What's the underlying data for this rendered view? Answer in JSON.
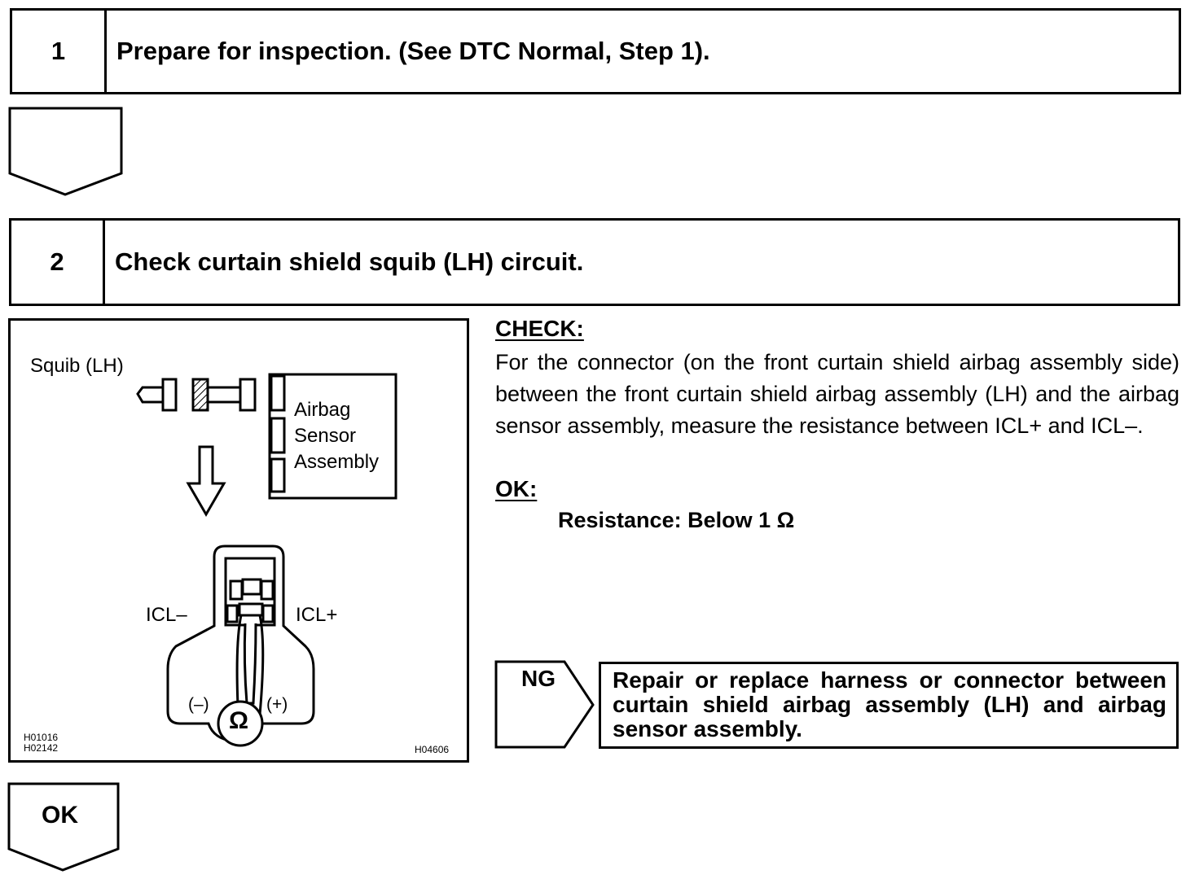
{
  "step1": {
    "number": "1",
    "title": "Prepare for inspection. (See DTC Normal, Step 1)."
  },
  "step2": {
    "number": "2",
    "title": "Check curtain shield squib (LH) circuit."
  },
  "figure": {
    "squib_label": "Squib (LH)",
    "sensor_label_1": "Airbag",
    "sensor_label_2": "Sensor",
    "sensor_label_3": "Assembly",
    "icl_minus": "ICL–",
    "icl_plus": "ICL+",
    "meter_minus": "(–)",
    "meter_plus": "(+)",
    "meter_symbol": "Ω",
    "code_1": "H01016",
    "code_2": "H02142",
    "code_3": "H04606"
  },
  "check": {
    "heading": "CHECK:",
    "text": "For the connector (on the front curtain shield airbag assembly side) between the front curtain shield airbag assembly (LH) and the airbag sensor assembly, measure the resistance between ICL+ and ICL–."
  },
  "ok": {
    "heading": "OK:",
    "text": "Resistance: Below 1 Ω"
  },
  "ng": {
    "label": "NG",
    "action": "Repair or replace harness or connector between curtain shield airbag assembly (LH) and airbag sensor assembly."
  },
  "ok_result": {
    "label": "OK"
  }
}
